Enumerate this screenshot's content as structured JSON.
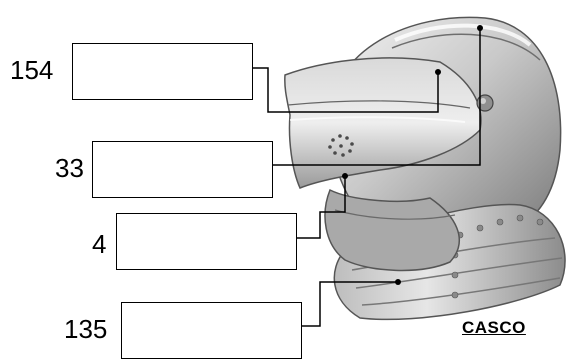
{
  "diagram": {
    "caption": "CASCO",
    "labels": [
      {
        "id": "visor",
        "number": "154",
        "answer": ""
      },
      {
        "id": "crest",
        "number": "33",
        "answer": ""
      },
      {
        "id": "ventail",
        "number": "4",
        "answer": ""
      },
      {
        "id": "gorget",
        "number": "135",
        "answer": ""
      }
    ]
  }
}
